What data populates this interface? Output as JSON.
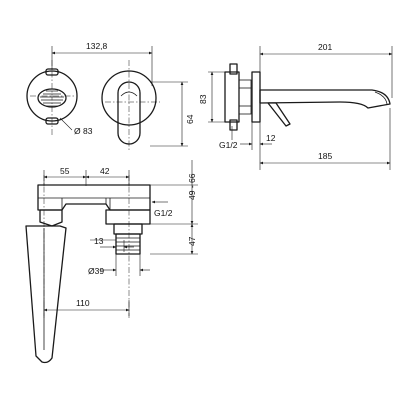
{
  "labels": {
    "top_width": "132,8",
    "plate_diameter": "Ø 83",
    "plate_height": "64",
    "side_length": "201",
    "side_height": "83",
    "side_thread": "G1/2",
    "side_offset": "12",
    "side_spout": "185",
    "front_left": "55",
    "front_mid": "42",
    "front_depth": "49 - 66",
    "front_thread": "G1/2",
    "front_47": "47",
    "front_13": "13",
    "front_39": "Ø39",
    "front_110": "110"
  }
}
